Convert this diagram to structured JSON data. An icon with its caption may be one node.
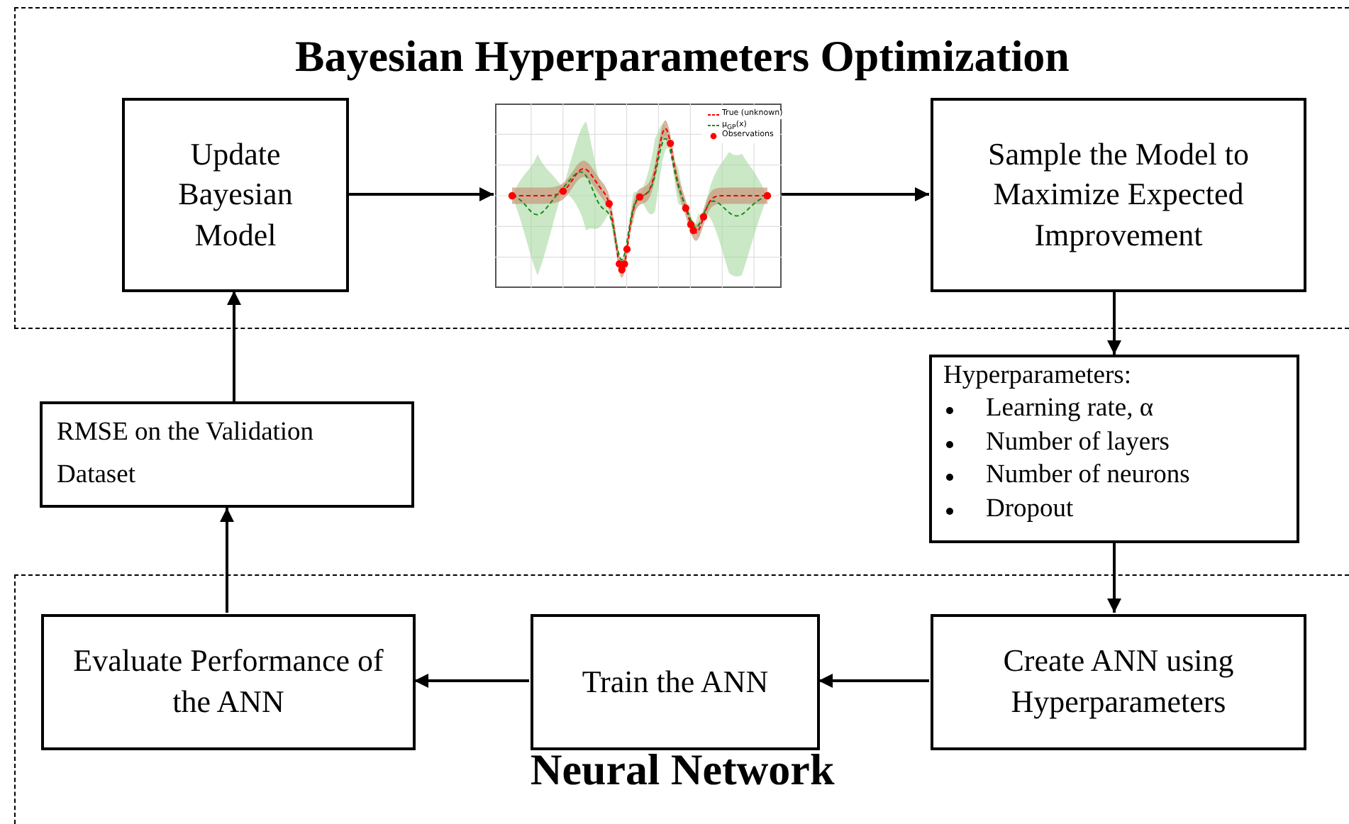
{
  "diagram": {
    "nodes": [
      {
        "text": [
          "Bayesian Hyperparameters Optimization"
        ]
      },
      {
        "text": [
          "Update Bayesian Model"
        ],
        "in": 0
      },
      {
        "text": [],
        "shape": "picture",
        "in": 0
      },
      {
        "text": [
          "Sample the Model to Maximize Expected Improvement"
        ],
        "in": 0
      },
      {
        "text": [
          "Hyperparameters:",
          "Learning rate, α",
          "Number of layers",
          "Number of neurons",
          "Dropout"
        ]
      },
      {
        "text": [
          "RMSE on the Validation Dataset"
        ]
      },
      {
        "text": [
          "Neural Network"
        ]
      },
      {
        "text": [
          "Evaluate Performance of the ANN"
        ],
        "in": 6
      },
      {
        "text": [
          "Train the ANN"
        ],
        "in": 6
      },
      {
        "text": [
          "Create ANN using Hyperparameters"
        ],
        "in": 6
      }
    ],
    "edges": [
      {
        "from": 1,
        "to": 2,
        "arrow": "to"
      },
      {
        "from": 2,
        "to": 3,
        "arrow": "to"
      },
      {
        "from": 3,
        "to": 4,
        "arrow": "to"
      },
      {
        "from": 4,
        "to": 9,
        "arrow": "to"
      },
      {
        "from": 9,
        "to": 8,
        "arrow": "to"
      },
      {
        "from": 8,
        "to": 7,
        "arrow": "to"
      },
      {
        "from": 7,
        "to": 5,
        "arrow": "to"
      },
      {
        "from": 5,
        "to": 1,
        "arrow": "to"
      }
    ],
    "legend": [
      {
        "text": "True (unknown)"
      },
      {
        "text": "μ$_{GP}$(x)"
      },
      {
        "text": "Observations"
      }
    ]
  }
}
